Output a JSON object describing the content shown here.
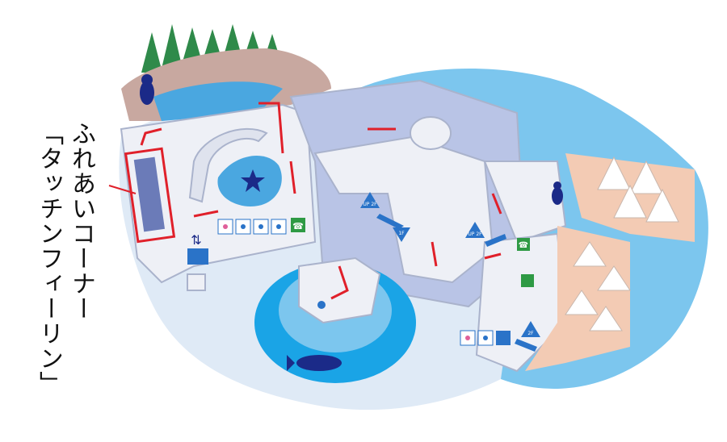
{
  "callout": {
    "line1": "ふれあいコーナー",
    "line2": "「タッチンフィーリン」"
  },
  "floor_labels": {
    "up_2f": "UP 2F",
    "down_1f": "1F",
    "up_2f_b": "UP 2F",
    "up_2f_c": "2F"
  },
  "colors": {
    "sea": "#7cc6ee",
    "floor": "#b9c4e6",
    "wall": "#eef0f6",
    "wall_shade": "#aab3cc",
    "route": "#e0202a",
    "highlight": "#e0202a",
    "penguin_pool": "#4aa7e0",
    "tank": "#1aa4e6",
    "fish": "#1b2a88",
    "rock": "#c8a8a0",
    "tree": "#2f8a4a",
    "deck": "#f3cbb4",
    "icon_blue": "#2a73c8",
    "icon_green": "#2e9a44"
  },
  "icons": [
    "restroom-icon",
    "accessible-restroom-icon",
    "baby-care-icon",
    "nursing-room-icon",
    "phone-icon",
    "elevator-icon",
    "escalator-icon",
    "penguin-icon",
    "starfish-icon",
    "tuna-icon",
    "tent-icon"
  ]
}
